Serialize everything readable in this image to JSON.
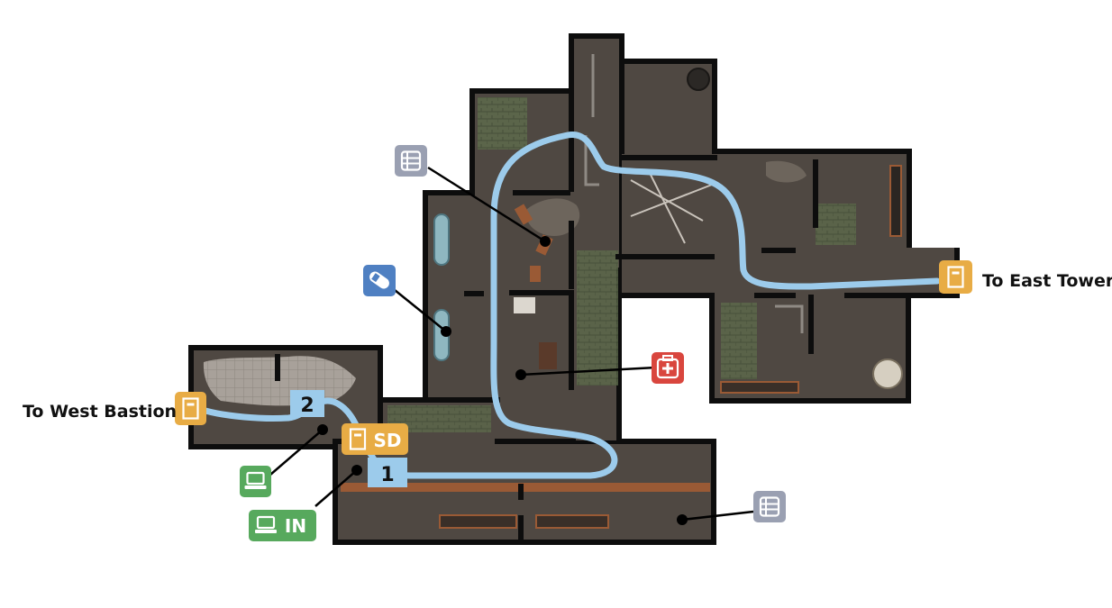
{
  "colors": {
    "floor": "#4f4842",
    "floor_dark": "#3c3631",
    "wall": "#0d0d0d",
    "route": "#9ccbeb",
    "door": "#e8ac45",
    "terminal": "#57a95d",
    "medkit": "#d9463e",
    "log": "#9aa0b2",
    "ammo": "#4f80c2",
    "copper": "#9a5a35",
    "moss": "#5f6b4c",
    "tile": "#a39c95"
  },
  "exits": {
    "west": {
      "label": "To West Bastion",
      "icon": "door-icon"
    },
    "east": {
      "label": "To East Tower",
      "icon": "door-icon"
    }
  },
  "markers": {
    "step1": "1",
    "step2": "2",
    "security_door": {
      "label": "SD",
      "icon": "door-icon"
    },
    "intel_terminal": {
      "label": "IN",
      "icon": "terminal-icon"
    },
    "terminal": {
      "icon": "terminal-icon"
    },
    "medkit": {
      "icon": "medkit-icon"
    },
    "ammo": {
      "icon": "ammo-icon"
    },
    "logs": [
      {
        "icon": "log-icon"
      },
      {
        "icon": "log-icon"
      }
    ]
  }
}
